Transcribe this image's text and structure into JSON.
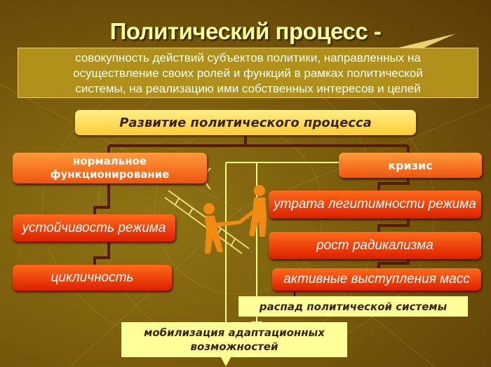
{
  "title": "Политический процесс -",
  "definition": [
    "совокупность действий субъектов политики, направленных на",
    "осуществление своих ролей и функций в рамках политической",
    "системы, на реализацию ими собственных интересов и целей"
  ],
  "root": "Развитие политического процесса",
  "left": {
    "head": [
      "нормальное",
      "функционирование"
    ],
    "items": [
      "устойчивость режима",
      "цикличность"
    ]
  },
  "right": {
    "head": "кризис",
    "items": [
      "утрата легитимности режима",
      "рост радикализма",
      "активные выступления масс"
    ]
  },
  "outcomes": {
    "collapse": "распад  политической системы",
    "mobilization": [
      "мобилизация адаптационных",
      "возможностей"
    ]
  },
  "colors": {
    "connector": "#5a1a08",
    "yellow_line": "#ffff88"
  }
}
